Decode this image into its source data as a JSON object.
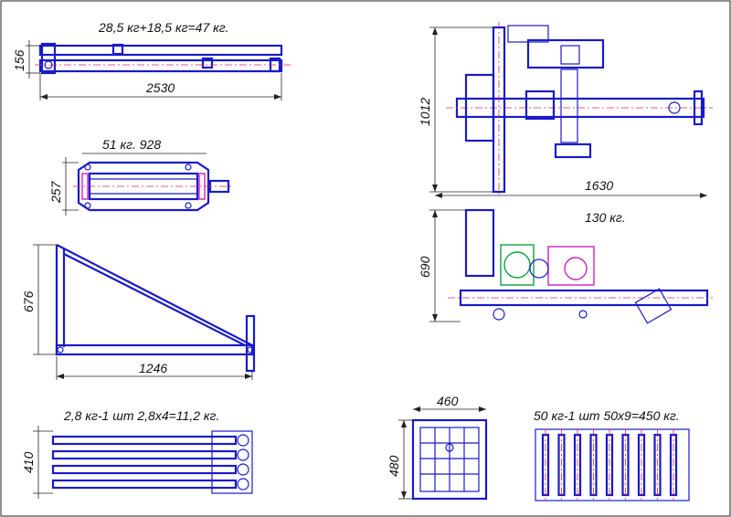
{
  "drawing": {
    "views": {
      "boom": {
        "mass_label": "28,5 кг+18,5 кг=47 кг.",
        "length": "2530",
        "height": "156"
      },
      "frame": {
        "mass_label": "51 кг. 928",
        "height": "257"
      },
      "bracket": {
        "height": "676",
        "length": "1246"
      },
      "rods": {
        "mass_label": "2,8 кг-1 шт 2,8х4=11,2 кг.",
        "height": "410"
      },
      "winch_top": {
        "height": "1012",
        "length": "1630"
      },
      "winch_side": {
        "mass_label": "130 кг.",
        "height": "690"
      },
      "grid_plate": {
        "width": "460",
        "height": "480"
      },
      "weights": {
        "mass_label": "50 кг-1 шт 50х9=450 кг."
      }
    },
    "colors": {
      "outline": "#1a1ac8",
      "centerline": "#e0206a",
      "motor": "#d020c0",
      "gearbox": "#10a040",
      "dimension": "#222222"
    }
  }
}
